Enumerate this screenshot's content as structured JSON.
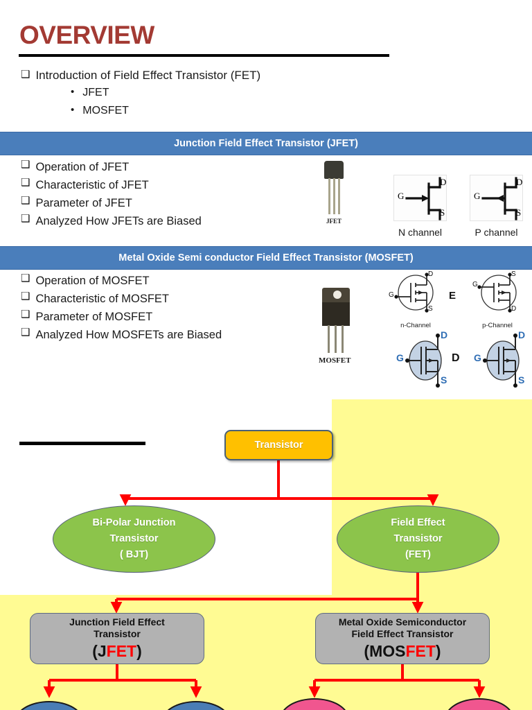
{
  "title": "OVERVIEW",
  "intro": {
    "bullet_glyph": "❑",
    "dot_glyph": "•",
    "main": "Introduction of   Field  Effect Transistor (FET)",
    "sub_items": [
      "JFET",
      "MOSFET"
    ]
  },
  "sections": [
    {
      "id": "jfet",
      "bar_title": "Junction Field Effect Transistor (JFET)",
      "items": [
        "Operation  of JFET",
        "Characteristic of JFET",
        "Parameter of JFET",
        "Analyzed  How JFETs are Biased"
      ],
      "figure_caption": "JFET",
      "symbol_captions": [
        "N channel",
        "P channel"
      ],
      "symbol_terminals": [
        "G",
        "D",
        "S"
      ]
    },
    {
      "id": "mosfet",
      "bar_title": "Metal Oxide Semi conductor Field Effect Transistor (MOSFET)",
      "items": [
        "Operation  of MOSFET",
        "Characteristic of MOSFET",
        "Parameter of MOSFET",
        "Analyzed  How MOSFETs are Biased"
      ],
      "figure_caption": "MOSFET",
      "symbol_captions": [
        "n-Channel",
        "p-Channel"
      ],
      "mode_labels": [
        "E",
        "D"
      ],
      "symbol_terminals": [
        "G",
        "D",
        "S"
      ]
    }
  ],
  "diagram": {
    "root": "Transistor",
    "bjt": {
      "l1": "Bi-Polar Junction",
      "l2": "Transistor",
      "l3": "( BJT)"
    },
    "fet": {
      "l1": "Field Effect",
      "l2": "Transistor",
      "l3": "(FET)"
    },
    "jfet_box": {
      "l1": "Junction Field Effect",
      "l2": "Transistor",
      "big_black_a": "(J",
      "big_red": "FET",
      "big_black_b": ")"
    },
    "mosfet_box": {
      "l1": "Metal Oxide Semiconductor",
      "l2": "Field Effect Transistor",
      "big_black_a": "(MOS",
      "big_red": "FET",
      "big_black_b": ")"
    }
  },
  "colors": {
    "title_red": "#A33A33",
    "bar_blue": "#4A7EBB",
    "highlight_yellow": "#FFFB93",
    "root_gold": "#FFC000",
    "ellipse_green": "#8CC44B",
    "box_grey": "#B2B2B2",
    "connector_red": "#FF0000",
    "leaf_blue": "#4A7DB5",
    "leaf_pink": "#F0568F"
  }
}
